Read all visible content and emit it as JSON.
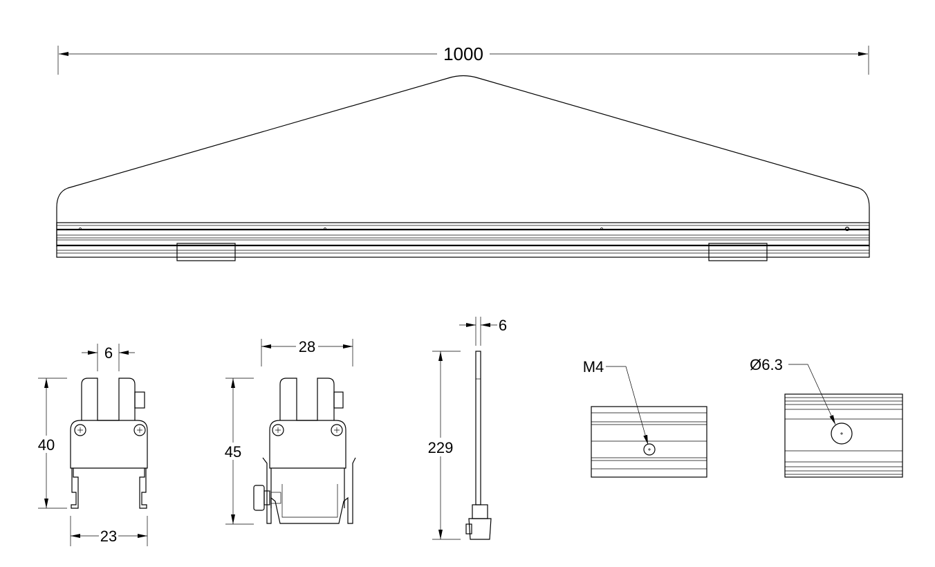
{
  "drawing": {
    "overall_length": "1000",
    "front_view": {
      "slot_width": "6",
      "height": "40",
      "width": "23"
    },
    "clamp_view": {
      "width": "28",
      "height": "45"
    },
    "side_view": {
      "thickness": "6",
      "height": "229"
    },
    "thread_view": {
      "label": "M4"
    },
    "hole_view": {
      "label": "Ø6.3"
    }
  }
}
